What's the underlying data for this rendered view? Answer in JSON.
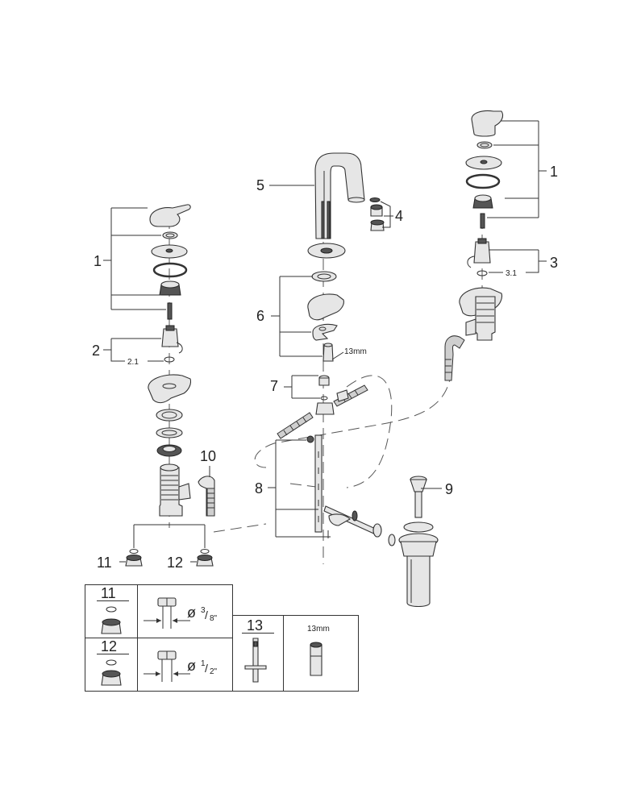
{
  "callouts": {
    "c1_left": "1",
    "c1_right": "1",
    "c2": "2",
    "c2_1": "2.1",
    "c3": "3",
    "c3_1": "3.1",
    "c4": "4",
    "c5": "5",
    "c6": "6",
    "c7": "7",
    "c8": "8",
    "c9": "9",
    "c10": "10",
    "c11": "11",
    "c12": "12",
    "wrench_size": "13mm"
  },
  "table": {
    "row11": {
      "label": "11",
      "diameter_prefix": "ø",
      "frac_num": "3",
      "frac_den": "8\""
    },
    "row12": {
      "label": "12",
      "diameter_prefix": "ø",
      "frac_num": "1",
      "frac_den": "2\""
    },
    "tool13": {
      "label": "13",
      "size": "13mm"
    }
  }
}
